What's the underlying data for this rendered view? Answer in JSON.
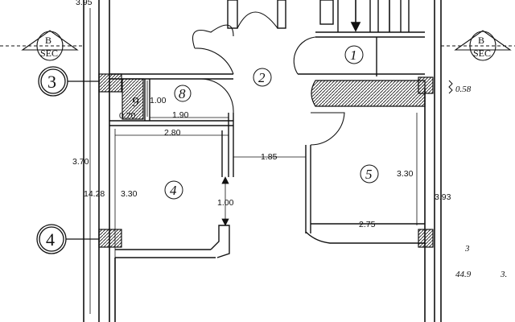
{
  "section_marker": {
    "letter": "B",
    "label": "SEC"
  },
  "axis_labels": [
    "3",
    "4"
  ],
  "room_numbers": [
    "1",
    "2",
    "4",
    "5",
    "8",
    "9"
  ],
  "dimensions": {
    "top_left_cut": "3.95",
    "d_1_00_a": "1.00",
    "d_1_90": "1.90",
    "d_0_70": "0.70",
    "d_2_80": "2.80",
    "d_3_70": "3.70",
    "d_14_28": "14.28",
    "d_3_30_left": "3.30",
    "d_1_85": "1.85",
    "d_1_00_b": "1.00",
    "d_3_30_right": "3.30",
    "d_13_93": "3.93",
    "d_2_75": "2.75"
  },
  "handwritten": {
    "level": "0.58",
    "note_a": "3",
    "note_b": "44.9",
    "note_c": "3."
  }
}
